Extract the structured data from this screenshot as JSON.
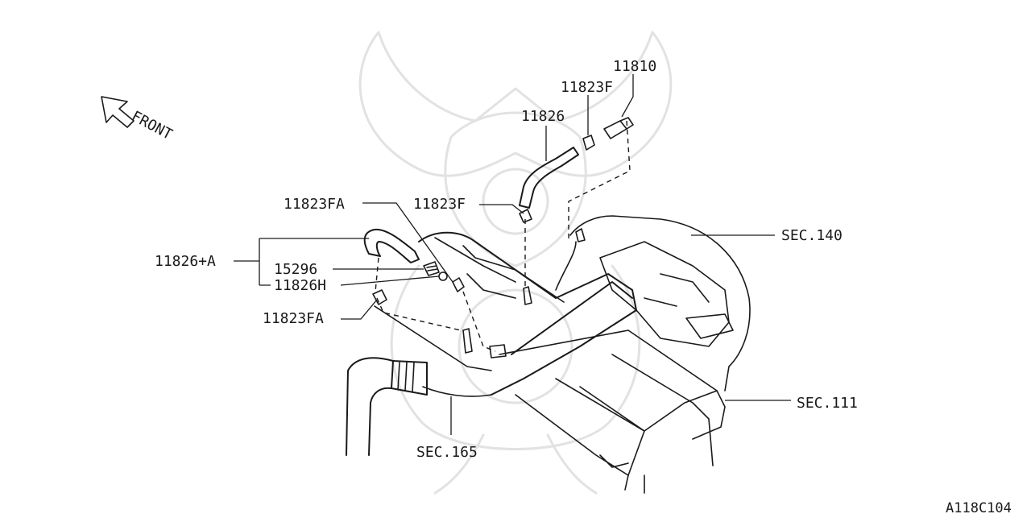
{
  "diagram": {
    "front_label": "FRONT",
    "diagram_code": "A118C104",
    "part_labels": {
      "p11810": "11810",
      "p11823F_top": "11823F",
      "p11826": "11826",
      "p11823FA_top": "11823FA",
      "p11823F_mid": "11823F",
      "p11826A": "11826+A",
      "p15296": "15296",
      "p11826H": "11826H",
      "p11823FA_bot": "11823FA"
    },
    "section_labels": {
      "sec140": "SEC.140",
      "sec111": "SEC.111",
      "sec165": "SEC.165"
    }
  }
}
